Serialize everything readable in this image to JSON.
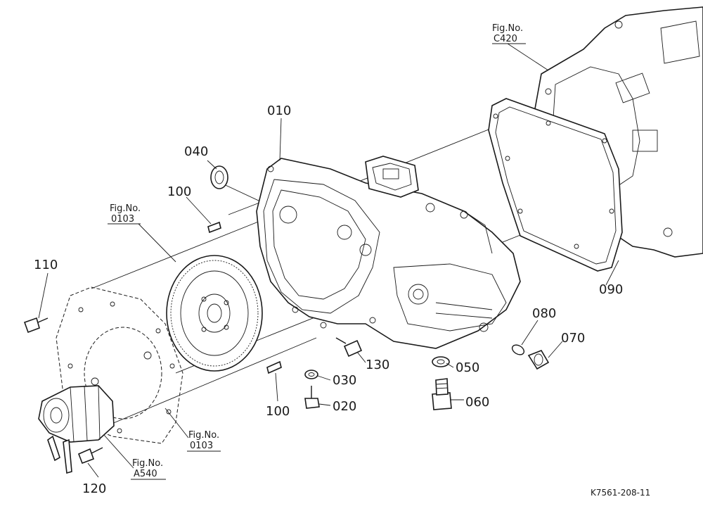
{
  "callouts": [
    {
      "id": "p010",
      "text": "010"
    },
    {
      "id": "p020",
      "text": "020"
    },
    {
      "id": "p030",
      "text": "030"
    },
    {
      "id": "p040",
      "text": "040"
    },
    {
      "id": "p050",
      "text": "050"
    },
    {
      "id": "p060",
      "text": "060"
    },
    {
      "id": "p070",
      "text": "070"
    },
    {
      "id": "p080",
      "text": "080"
    },
    {
      "id": "p090",
      "text": "090"
    },
    {
      "id": "p100a",
      "text": "100"
    },
    {
      "id": "p100b",
      "text": "100"
    },
    {
      "id": "p110",
      "text": "110"
    },
    {
      "id": "p120",
      "text": "120"
    },
    {
      "id": "p130",
      "text": "130"
    }
  ],
  "figure_refs": [
    {
      "id": "ref-c420",
      "label": "Fig.No.",
      "code": "C420"
    },
    {
      "id": "ref-0103-top",
      "label": "Fig.No.",
      "code": "0103"
    },
    {
      "id": "ref-0103-bottom",
      "label": "Fig.No.",
      "code": "0103"
    },
    {
      "id": "ref-a540",
      "label": "Fig.No.",
      "code": "A540"
    }
  ],
  "drawing_code": "K7561-208-11"
}
